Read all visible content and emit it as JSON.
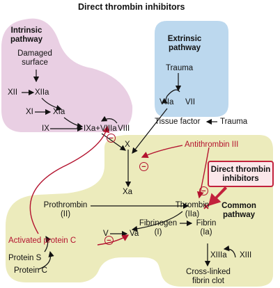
{
  "title": "Direct thrombin inhibitors",
  "intrinsic": {
    "heading": [
      "Intrinsic",
      "pathway"
    ],
    "damaged": [
      "Damaged",
      "surface"
    ],
    "xii": "XII",
    "xiia": "XIIa",
    "xi": "XI",
    "xia": "XIa",
    "ix": "IX",
    "ixa_viiia": "IXa+VIIIa",
    "viii": "VIII"
  },
  "extrinsic": {
    "heading": [
      "Extrinsic",
      "pathway"
    ],
    "trauma_top": "Trauma",
    "viia": "VIIa",
    "vii": "VII",
    "tissue_factor": "Tissue factor",
    "trauma_right": "Trauma"
  },
  "common": {
    "heading": [
      "Common",
      "pathway"
    ],
    "x": "X",
    "xa": "Xa",
    "prothrombin": "Prothrombin",
    "prothrombin_num": "(II)",
    "thrombin": "Thrombin",
    "thrombin_num": "(IIa)",
    "v": "V",
    "va": "Va",
    "fibrinogen": "Fibrinogen",
    "fibrinogen_num": "(I)",
    "fibrin": "Fibrin",
    "fibrin_num": "(Ia)",
    "xiiia": "XIIIa",
    "xiii": "XIII",
    "clot": [
      "Cross-linked",
      "fibrin clot"
    ],
    "protein_s": "Protein S",
    "protein_c": "Protein C"
  },
  "inhibitors": {
    "antithrombin": "Antithrombin III",
    "activated_protein_c": "Activated protein C",
    "dti_box": [
      "Direct thrombin",
      "inhibitors"
    ],
    "minus_symbol": "−"
  },
  "colors": {
    "intrinsic_bg": "#e9cfe3",
    "extrinsic_bg": "#bcd8ee",
    "common_bg": "#ecebbc",
    "inhibitor_red": "#b3122e",
    "dti_box_bg": "#fbe7ea"
  }
}
